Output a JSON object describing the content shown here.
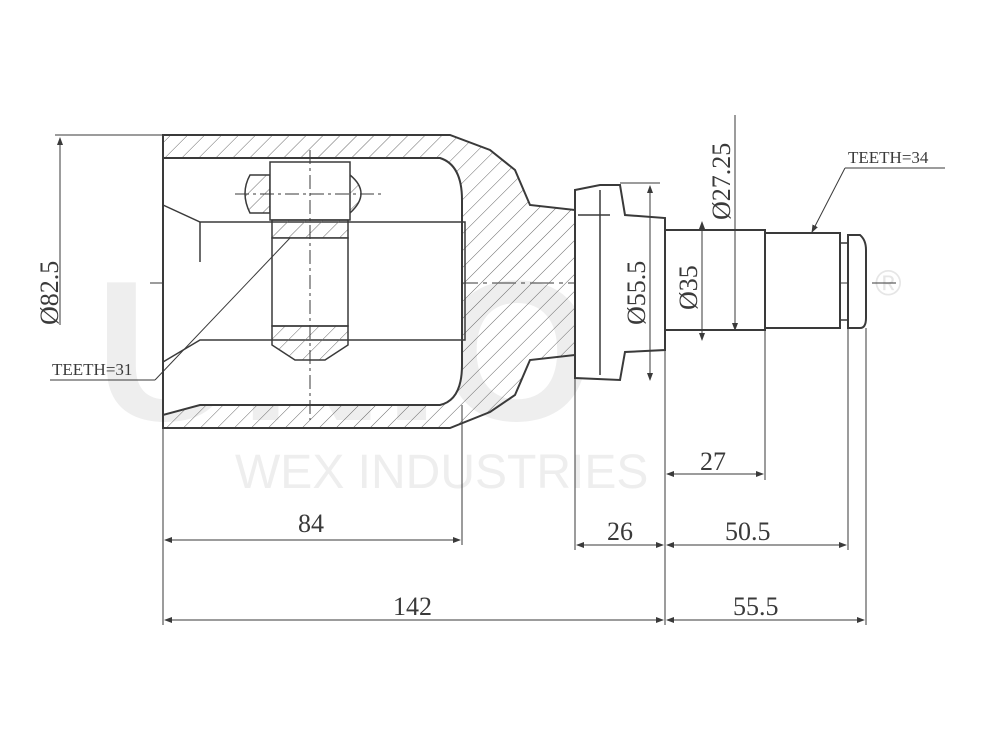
{
  "watermark": {
    "brand": "UNIO",
    "registered": "®",
    "company": "WEX INDUSTRIES",
    "color": "#eeeeee"
  },
  "labels": {
    "teeth_inner": "TEETH=31",
    "teeth_outer": "TEETH=34"
  },
  "diameters": {
    "outer_body": "Ø82.5",
    "flange": "Ø55.5",
    "stem": "Ø35",
    "spline": "Ø27.25"
  },
  "lengths": {
    "cup_depth": "84",
    "flange_width": "26",
    "stem_length": "27",
    "shaft_to_groove": "50.5",
    "body_length": "142",
    "shaft_length": "55.5"
  },
  "colors": {
    "line": "#3a3a3a",
    "hatch": "#6a6a6a"
  }
}
